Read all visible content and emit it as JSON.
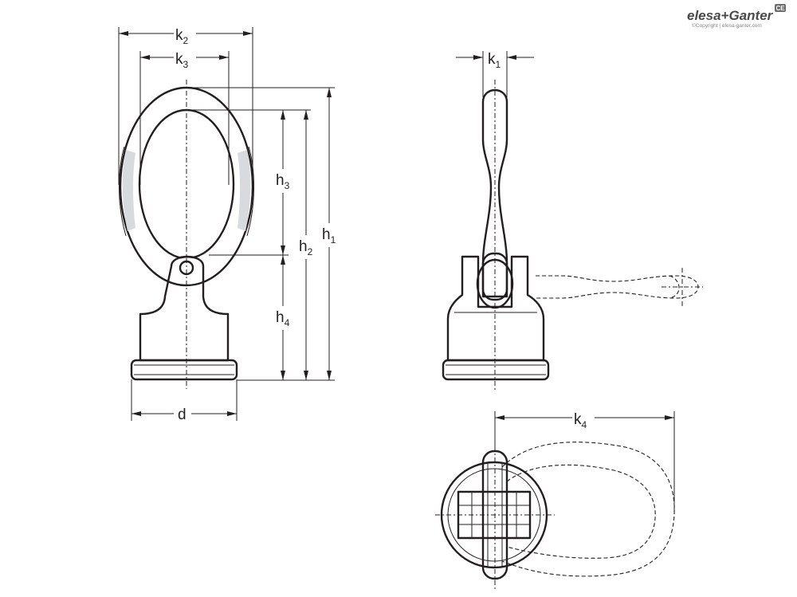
{
  "brand": {
    "logo_text": "elesa+Ganter",
    "copyright": "©Copyright | elesa-ganter.com",
    "mark": "CE"
  },
  "dimensions": {
    "k2": {
      "letter": "k",
      "sub": "2"
    },
    "k3": {
      "letter": "k",
      "sub": "3"
    },
    "k1": {
      "letter": "k",
      "sub": "1"
    },
    "k4": {
      "letter": "k",
      "sub": "4"
    },
    "h1": {
      "letter": "h",
      "sub": "1"
    },
    "h2": {
      "letter": "h",
      "sub": "2"
    },
    "h3": {
      "letter": "h",
      "sub": "3"
    },
    "h4": {
      "letter": "h",
      "sub": "4"
    },
    "d": {
      "letter": "d",
      "sub": ""
    }
  },
  "colors": {
    "ink": "#231f20",
    "shade": "#d8dadd"
  }
}
